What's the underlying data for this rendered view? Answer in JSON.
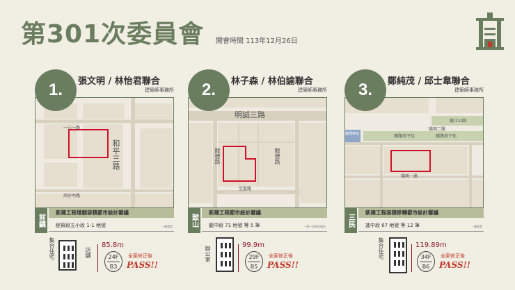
{
  "header": {
    "title": "第301次委員會",
    "meeting_label": "開會時間 113年12月26日"
  },
  "colors": {
    "accent": "#6b7d5f",
    "parcel_outline": "#d0112b",
    "pass": "#c0392b"
  },
  "cards": [
    {
      "number": "1.",
      "name": "張文明 / 林怡君聯合",
      "firm": "建築師事務所",
      "map": {
        "roads": [
          "一心一路",
          "和平三路",
          "崗仔內路"
        ]
      },
      "district": "前鎮",
      "review": "新建工程增額容積都市設計審議",
      "parcel": "經貿段五小段 1-1 地號",
      "parcel_note": "・開發案",
      "uses": [
        "集合住宅",
        "店舖"
      ],
      "height": "85.8m",
      "floors_up": "24F",
      "floors_down": "B3",
      "pass_pre": "全案修正後",
      "pass": "PASS!!"
    },
    {
      "number": "2.",
      "name": "林子森 / 林伯諭聯合",
      "firm": "建築師事務所",
      "map": {
        "roads": [
          "明誠三路",
          "龍德路",
          "龍德路",
          "至聖路"
        ]
      },
      "district": "鼓山",
      "review": "新建工程都市設計審議",
      "parcel": "龍中段 71 地號 等 5 筆",
      "parcel_note": "・第一次研究報告",
      "uses": [
        "辦公室"
      ],
      "height": "99.9m",
      "floors_up": "29F",
      "floors_down": "B5",
      "pass_pre": "全案修正後",
      "pass": "PASS!!"
    },
    {
      "number": "3.",
      "name": "鄭純茂 / 邱士韋聯合",
      "firm": "建築師事務所",
      "map": {
        "roads": [
          "龍江公園",
          "鐵路地下化",
          "鐵路地下化",
          "捷運車站",
          "陽明二路",
          "陽明一路"
        ]
      },
      "district": "三民",
      "review": "新建工程容積移轉都市設計審議",
      "parcel": "進中段 67 地號 等 12 筆",
      "parcel_note": "・開發案",
      "uses": [
        "集合住宅"
      ],
      "height": "119.89m",
      "floors_up": "34F",
      "floors_down": "B6",
      "pass_pre": "全案修正後",
      "pass": "PASS!!"
    }
  ]
}
